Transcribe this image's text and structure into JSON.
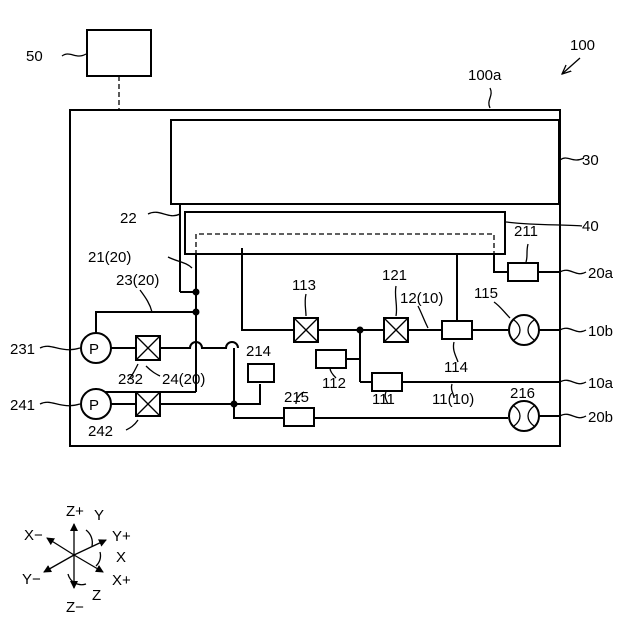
{
  "labels": {
    "device": "100",
    "housing": "100a",
    "controller": "50",
    "upper_block": "30",
    "inner_block": "40",
    "line_22": "22",
    "line_21": "21(20)",
    "line_23": "23(20)",
    "line_24": "24(20)",
    "pump_231": "231",
    "pump_241": "241",
    "pump_symbol": "P",
    "valve_232": "232",
    "valve_242": "242",
    "valve_113": "113",
    "valve_121": "121",
    "line_12": "12(10)",
    "line_11": "11(10)",
    "sensor_115": "115",
    "sensor_216": "216",
    "elem_211": "211",
    "elem_214": "214",
    "elem_215": "215",
    "elem_112": "112",
    "elem_111": "111",
    "elem_114": "114",
    "port_20a": "20a",
    "port_10b": "10b",
    "port_10a": "10a",
    "port_20b": "20b"
  },
  "axes": {
    "z_plus": "Z+",
    "z_minus": "Z−",
    "z": "Z",
    "y": "Y",
    "y_plus": "Y+",
    "y_minus": "Y−",
    "x": "X",
    "x_plus": "X+",
    "x_minus": "X−"
  }
}
